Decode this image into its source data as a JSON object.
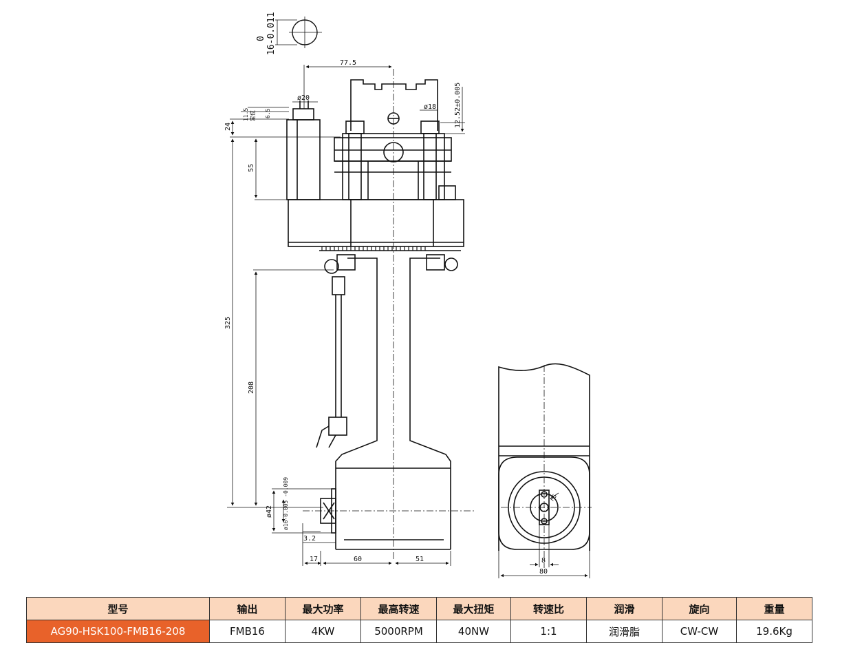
{
  "drawing": {
    "dimensions": {
      "shank_tol_upper": "0",
      "shank_tol_lower": "16-0.011",
      "d77_5": "77.5",
      "phi20": "ø20",
      "phi18": "ø18",
      "d12_52": "12.52±0.005",
      "d11_5": "11.5",
      "d_pos": "定位",
      "d6_5": "6.5",
      "d24": "24",
      "d55": "55",
      "d325": "325",
      "d208": "208",
      "phi42": "ø42",
      "phi16_tol": "ø16-0.005 -0.009",
      "d3_2": "3.2",
      "d17": "17",
      "d60": "60",
      "d51": "51",
      "d8": "8",
      "d80": "80",
      "m5": "M5"
    }
  },
  "table": {
    "headers": [
      "型号",
      "输出",
      "最大功率",
      "最高转速",
      "最大扭矩",
      "转速比",
      "润滑",
      "旋向",
      "重量"
    ],
    "row": [
      "AG90-HSK100-FMB16-208",
      "FMB16",
      "4KW",
      "5000RPM",
      "40NW",
      "1:1",
      "润滑脂",
      "CW-CW",
      "19.6Kg"
    ]
  },
  "colors": {
    "header_bg": "#fbd7bd",
    "model_bg": "#e8622a",
    "line": "#111111"
  }
}
